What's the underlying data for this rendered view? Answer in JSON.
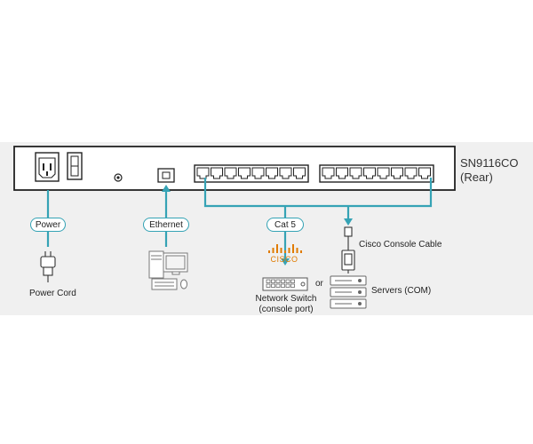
{
  "device": {
    "model": "SN9116CO",
    "view": "(Rear)"
  },
  "connectors": {
    "power": "Power",
    "ethernet": "Ethernet",
    "cat5": "Cat 5"
  },
  "devices": {
    "power_cord": "Power Cord",
    "cisco_logo": "CISCO",
    "network_switch_line1": "Network Switch",
    "network_switch_line2": "(console port)",
    "or": "or",
    "console_cable": "Cisco Console Cable",
    "servers": "Servers (COM)"
  },
  "colors": {
    "cable": "#35a3b5",
    "cisco": "#e07b00",
    "panel_bg": "#f0f0f0"
  },
  "icons": [
    "power-socket-icon",
    "power-switch-icon",
    "ground-screw-icon",
    "rj45-port-icon",
    "power-plug-icon",
    "computer-icon",
    "network-switch-icon",
    "console-cable-icon",
    "server-stack-icon"
  ]
}
